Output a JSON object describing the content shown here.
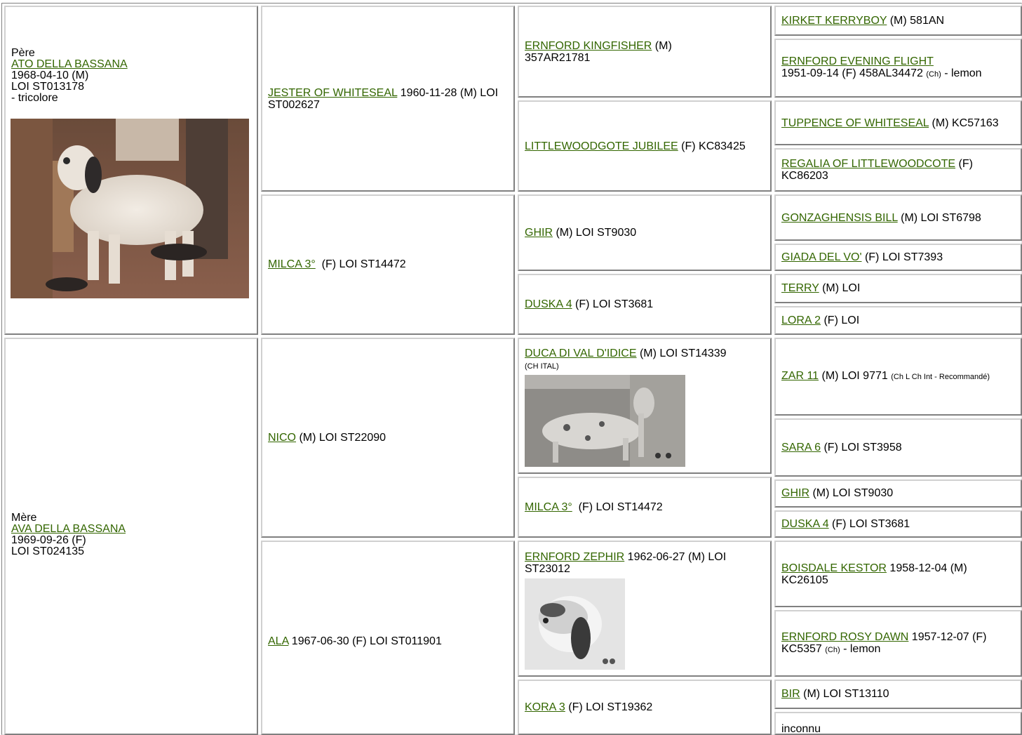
{
  "sire": {
    "role": "Père",
    "name": "ATO DELLA BASSANA",
    "dob": "1968-04-10",
    "sex": "(M)",
    "reg": "LOI ST013178",
    "color": "- tricolore"
  },
  "dam": {
    "role": "Mère",
    "name": "AVA DELLA BASSANA",
    "dob": "1969-09-26",
    "sex": "(F)",
    "reg": "LOI ST024135"
  },
  "gen2": {
    "ss": {
      "name": "JESTER OF WHITESEAL",
      "info": " 1960-11-28 (M) LOI ST002627"
    },
    "sd": {
      "name": "MILCA 3°",
      "info": "  (F) LOI ST14472"
    },
    "ds": {
      "name": "NICO",
      "info": " (M) LOI ST22090"
    },
    "dd": {
      "name": "ALA",
      "info": " 1967-06-30 (F) LOI ST011901"
    }
  },
  "gen3": {
    "sss": {
      "name": "ERNFORD KINGFISHER",
      "info": " (M) 357AR21781"
    },
    "ssd": {
      "name": "LITTLEWOODGOTE JUBILEE",
      "info": " (F) KC83425"
    },
    "sds": {
      "name": "GHIR",
      "info": " (M) LOI ST9030"
    },
    "sdd": {
      "name": "DUSKA 4",
      "info": " (F) LOI ST3681"
    },
    "dss": {
      "name": "DUCA DI VAL D'IDICE",
      "info": " (M) LOI ST14339",
      "title": "(CH ITAL)"
    },
    "dsd": {
      "name": "MILCA 3°",
      "info": "  (F) LOI ST14472"
    },
    "dds": {
      "name": "ERNFORD ZEPHIR",
      "info": " 1962-06-27 (M) LOI ST23012"
    },
    "ddd": {
      "name": "KORA 3",
      "info": " (F) LOI ST19362"
    }
  },
  "gen4": {
    "a1": {
      "name": "KIRKET KERRYBOY",
      "info": " (M) 581AN"
    },
    "a2": {
      "name": "ERNFORD EVENING FLIGHT",
      "info": "1951-09-14 (F) 458AL34472 ",
      "title": "(Ch)",
      "info2": " - lemon"
    },
    "a3": {
      "name": "TUPPENCE OF WHITESEAL",
      "info": " (M) KC57163"
    },
    "a4": {
      "name": "REGALIA OF LITTLEWOODCOTE",
      "info": " (F) KC86203"
    },
    "a5": {
      "name": "GONZAGHENSIS BILL",
      "info": " (M) LOI ST6798"
    },
    "a6": {
      "name": "GIADA DEL VO'",
      "info": " (F) LOI ST7393"
    },
    "a7": {
      "name": "TERRY",
      "info": " (M) LOI"
    },
    "a8": {
      "name": "LORA 2",
      "info": " (F) LOI"
    },
    "b1": {
      "name": "ZAR 11",
      "info": " (M) LOI 9771 ",
      "title": "(Ch L Ch Int - Recommandé)"
    },
    "b2": {
      "name": "SARA 6",
      "info": " (F) LOI ST3958"
    },
    "b3": {
      "name": "GHIR",
      "info": " (M) LOI ST9030"
    },
    "b4": {
      "name": "DUSKA 4",
      "info": " (F) LOI ST3681"
    },
    "b5": {
      "name": "BOISDALE KESTOR",
      "info": " 1958-12-04 (M) KC26105"
    },
    "b6": {
      "name": "ERNFORD ROSY DAWN",
      "info": " 1957-12-07 (F) KC5357 ",
      "title": "(Ch)",
      "info2": " - lemon"
    },
    "b7": {
      "name": "BIR",
      "info": " (M) LOI ST13110"
    },
    "b8": {
      "text": "inconnu"
    }
  },
  "colors": {
    "link": "#336600",
    "border_light": "#d0d0d0",
    "border_dark": "#808080"
  }
}
